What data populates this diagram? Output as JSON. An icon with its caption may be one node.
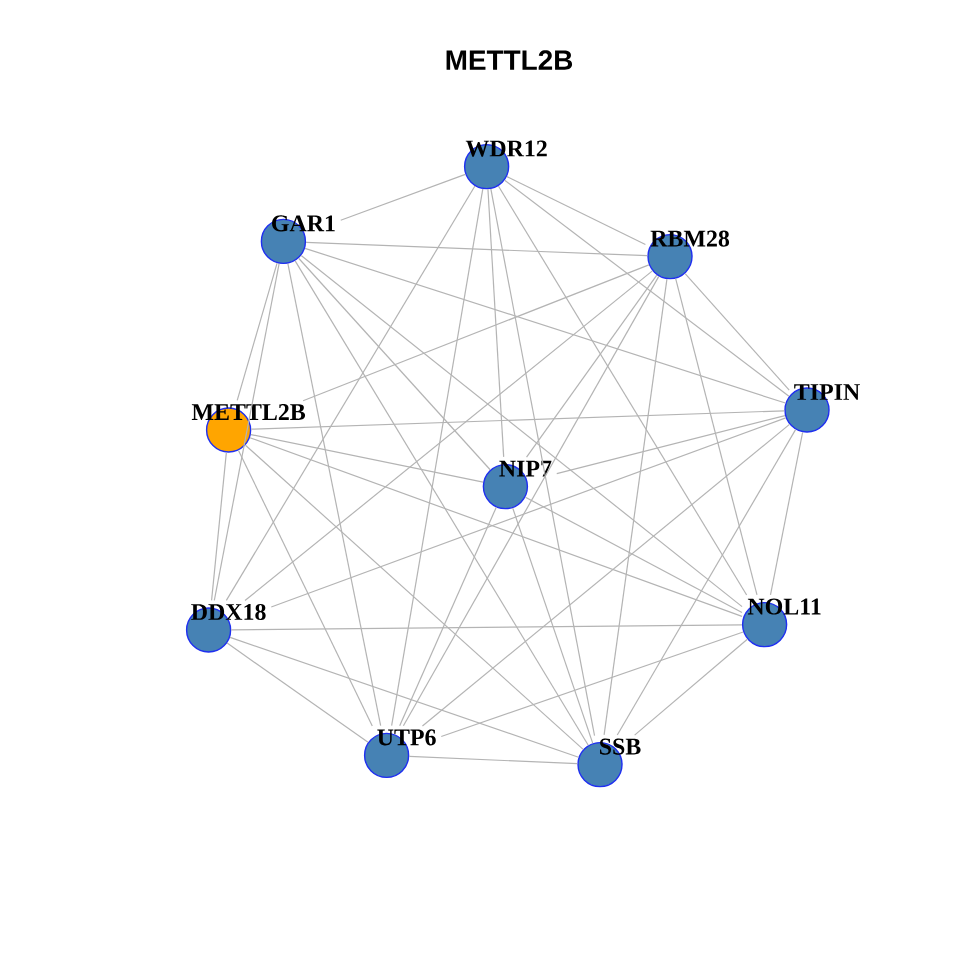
{
  "diagram": {
    "title": "METTL2B",
    "nodes": [
      {
        "text": [
          "WDR12"
        ]
      },
      {
        "text": [
          "GAR1"
        ]
      },
      {
        "text": [
          "RBM28"
        ]
      },
      {
        "text": [
          "METTL2B"
        ]
      },
      {
        "text": [
          "TIPIN"
        ]
      },
      {
        "text": [
          "NIP7"
        ]
      },
      {
        "text": [
          "DDX18"
        ]
      },
      {
        "text": [
          "NOL11"
        ]
      },
      {
        "text": [
          "UTP6"
        ]
      },
      {
        "text": [
          "SSB"
        ]
      }
    ],
    "edges": [
      {
        "from": 0,
        "to": 1,
        "arrow": "none"
      },
      {
        "from": 0,
        "to": 2,
        "arrow": "none"
      },
      {
        "from": 0,
        "to": 4,
        "arrow": "none"
      },
      {
        "from": 0,
        "to": 5,
        "arrow": "none"
      },
      {
        "from": 0,
        "to": 6,
        "arrow": "none"
      },
      {
        "from": 0,
        "to": 7,
        "arrow": "none"
      },
      {
        "from": 0,
        "to": 8,
        "arrow": "none"
      },
      {
        "from": 0,
        "to": 9,
        "arrow": "none"
      },
      {
        "from": 1,
        "to": 2,
        "arrow": "none"
      },
      {
        "from": 1,
        "to": 3,
        "arrow": "none"
      },
      {
        "from": 1,
        "to": 4,
        "arrow": "none"
      },
      {
        "from": 1,
        "to": 5,
        "arrow": "none"
      },
      {
        "from": 1,
        "to": 6,
        "arrow": "none"
      },
      {
        "from": 1,
        "to": 7,
        "arrow": "none"
      },
      {
        "from": 1,
        "to": 8,
        "arrow": "none"
      },
      {
        "from": 1,
        "to": 9,
        "arrow": "none"
      },
      {
        "from": 2,
        "to": 3,
        "arrow": "none"
      },
      {
        "from": 2,
        "to": 4,
        "arrow": "none"
      },
      {
        "from": 2,
        "to": 5,
        "arrow": "none"
      },
      {
        "from": 2,
        "to": 6,
        "arrow": "none"
      },
      {
        "from": 2,
        "to": 7,
        "arrow": "none"
      },
      {
        "from": 2,
        "to": 8,
        "arrow": "none"
      },
      {
        "from": 2,
        "to": 9,
        "arrow": "none"
      },
      {
        "from": 3,
        "to": 4,
        "arrow": "none"
      },
      {
        "from": 3,
        "to": 5,
        "arrow": "none"
      },
      {
        "from": 3,
        "to": 6,
        "arrow": "none"
      },
      {
        "from": 3,
        "to": 7,
        "arrow": "none"
      },
      {
        "from": 3,
        "to": 8,
        "arrow": "none"
      },
      {
        "from": 3,
        "to": 9,
        "arrow": "none"
      },
      {
        "from": 4,
        "to": 5,
        "arrow": "none"
      },
      {
        "from": 4,
        "to": 6,
        "arrow": "none"
      },
      {
        "from": 4,
        "to": 7,
        "arrow": "none"
      },
      {
        "from": 4,
        "to": 8,
        "arrow": "none"
      },
      {
        "from": 4,
        "to": 9,
        "arrow": "none"
      },
      {
        "from": 5,
        "to": 7,
        "arrow": "none"
      },
      {
        "from": 5,
        "to": 8,
        "arrow": "none"
      },
      {
        "from": 5,
        "to": 9,
        "arrow": "none"
      },
      {
        "from": 6,
        "to": 7,
        "arrow": "none"
      },
      {
        "from": 6,
        "to": 8,
        "arrow": "none"
      },
      {
        "from": 6,
        "to": 9,
        "arrow": "none"
      },
      {
        "from": 7,
        "to": 8,
        "arrow": "none"
      },
      {
        "from": 7,
        "to": 9,
        "arrow": "none"
      },
      {
        "from": 8,
        "to": 9,
        "arrow": "none"
      }
    ]
  }
}
